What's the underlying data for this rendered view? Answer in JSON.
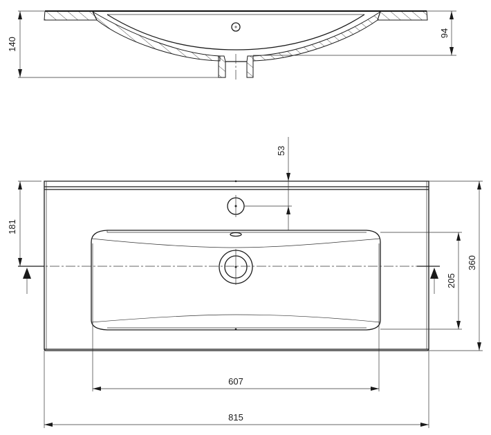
{
  "drawing": {
    "title": "Washbasin technical drawing",
    "side_view": {
      "dimensions": {
        "overall_height": "140",
        "bowl_depth": "94"
      }
    },
    "top_view": {
      "dimensions": {
        "width_overall": "815",
        "bowl_width": "607",
        "depth_overall": "360",
        "bowl_depth": "205",
        "tap_hole_offset": "53",
        "section_offset": "181"
      }
    },
    "colors": {
      "line": "#1a1a1a",
      "background": "#ffffff"
    }
  }
}
